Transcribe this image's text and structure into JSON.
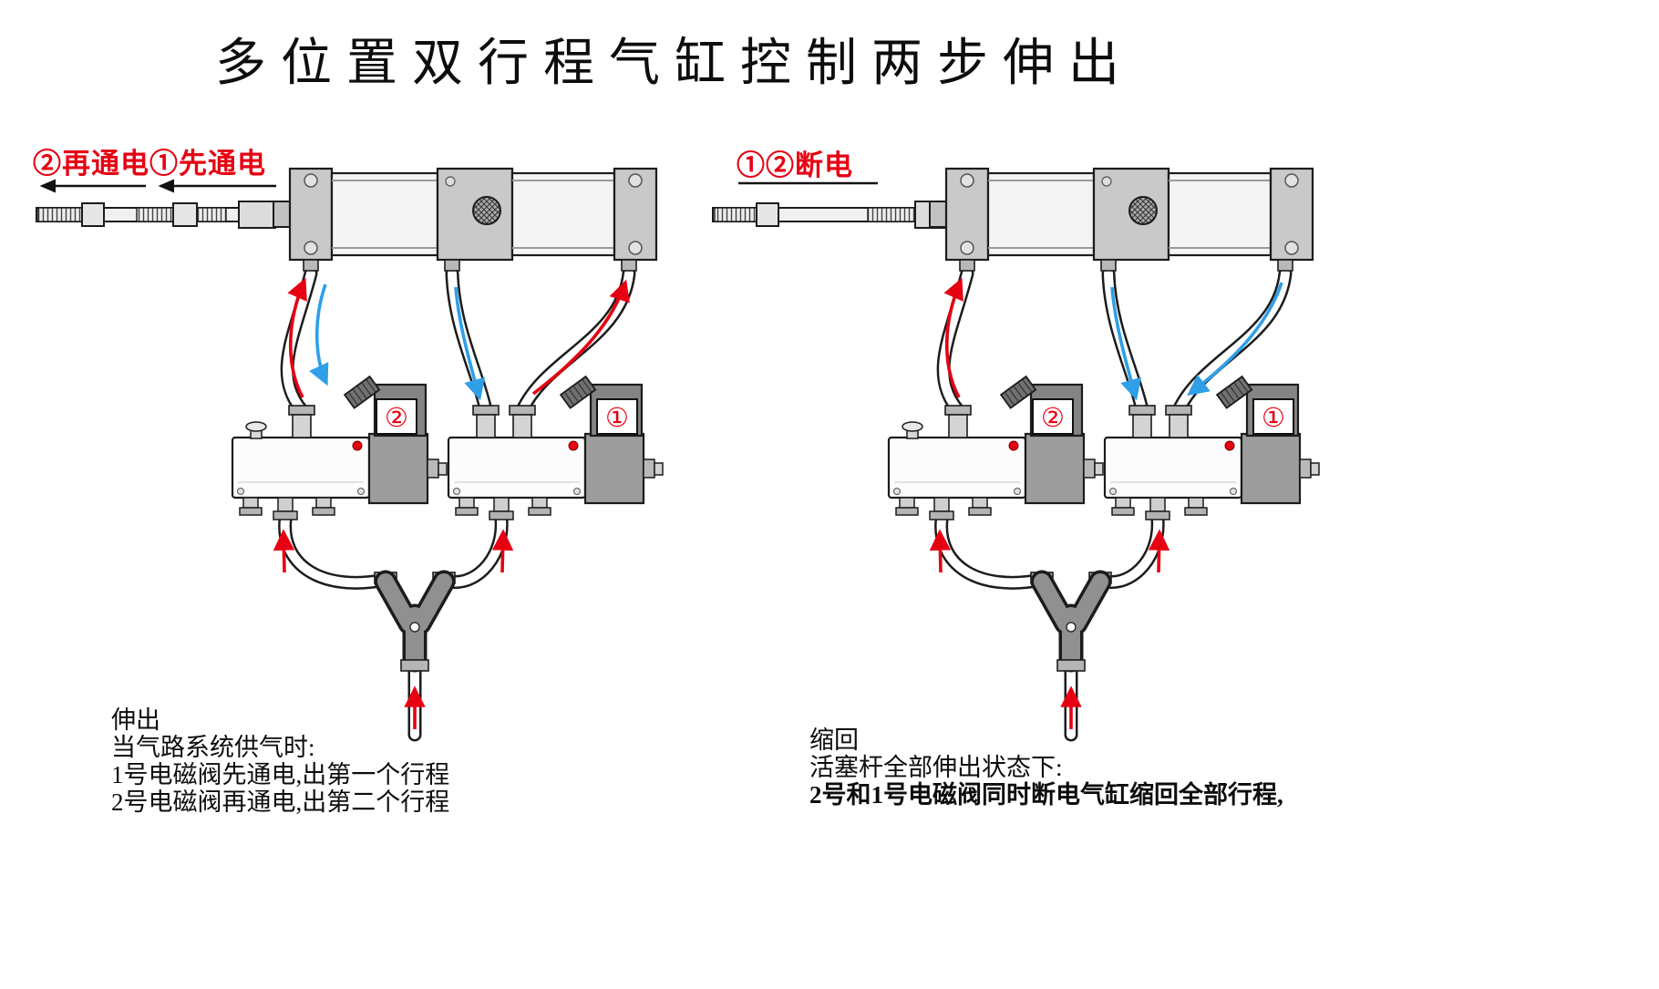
{
  "title": "多位置双行程气缸控制两步伸出",
  "diagram_left": {
    "step_label": "②再通电①先通电",
    "valve_2_label": "②",
    "valve_1_label": "①",
    "caption": [
      "伸出",
      "当气路系统供气时:",
      "1号电磁阀先通电,出第一个行程",
      "2号电磁阀再通电,出第二个行程"
    ]
  },
  "diagram_right": {
    "power_label": "①②断电",
    "valve_2_label": "②",
    "valve_1_label": "①",
    "caption": [
      "缩回",
      "活塞杆全部伸出状态下:",
      "2号和1号电磁阀同时断电气缸缩回全部行程,"
    ]
  },
  "colors": {
    "arrow_red": "#e60012",
    "arrow_blue": "#2f9fe8",
    "line": "#1c1c1c"
  }
}
